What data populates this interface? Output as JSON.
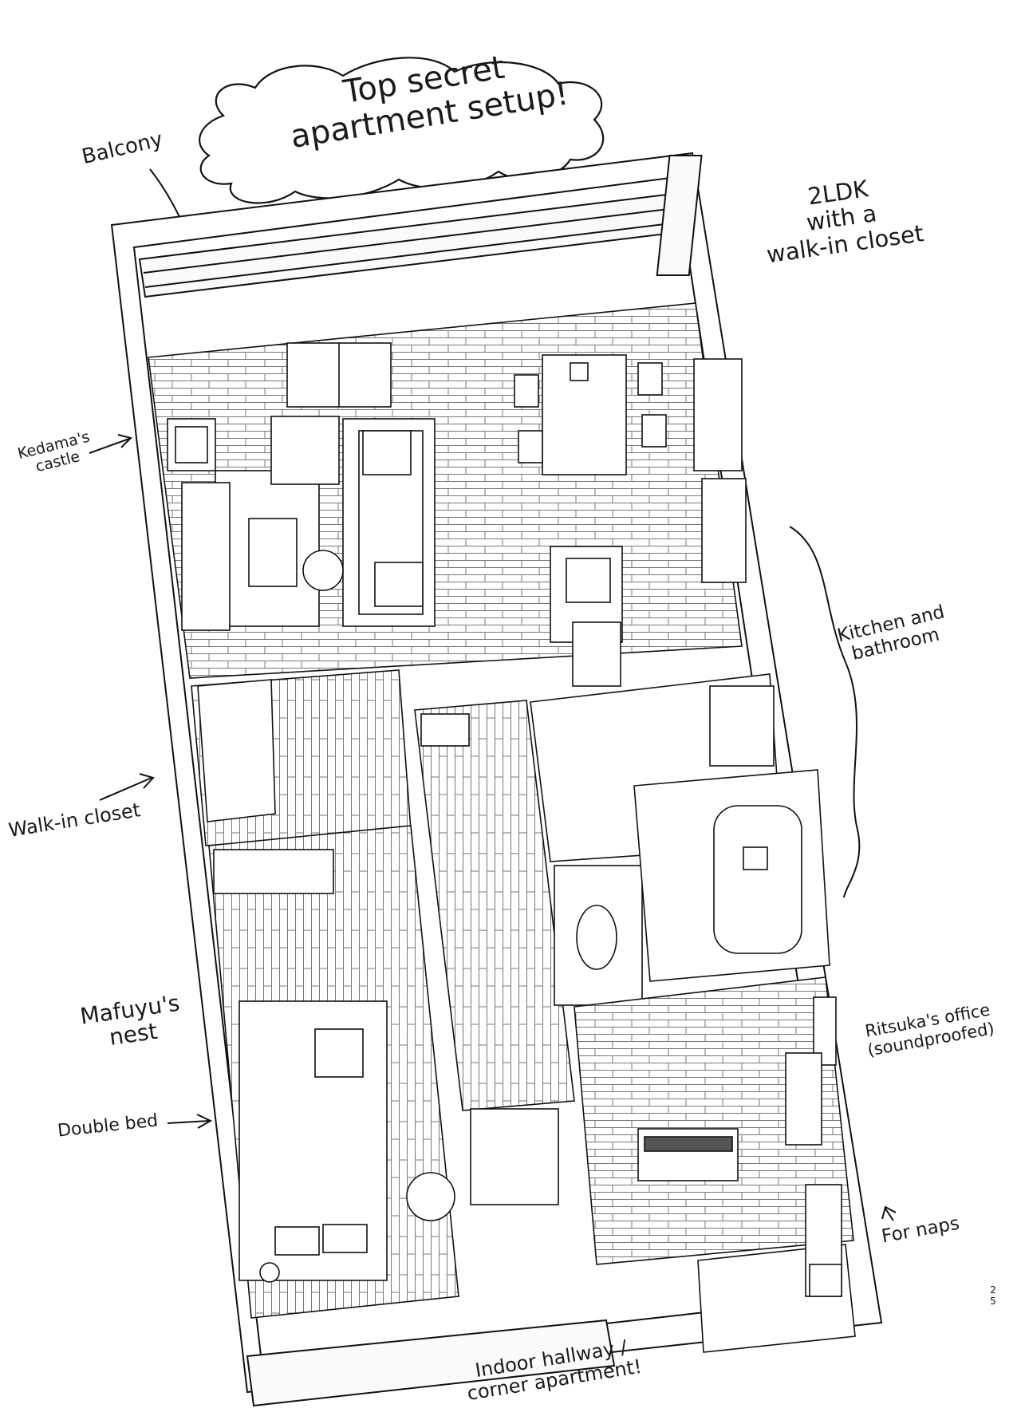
{
  "title": [
    "Top secret",
    "apartment setup!"
  ],
  "labels": {
    "balcony": "Balcony",
    "layout": [
      "2LDK",
      "with a",
      "walk-in closet"
    ],
    "kedama": [
      "Kedama's",
      "castle"
    ],
    "kitchen": [
      "Kitchen and",
      "bathroom"
    ],
    "walkin": "Walk-in closet",
    "nest": [
      "Mafuyu's",
      "nest"
    ],
    "double_bed": "Double bed",
    "office": [
      "Ritsuka's office",
      "(soundproofed)"
    ],
    "naps": "For naps",
    "hallway": [
      "Indoor hallway /",
      "corner apartment!"
    ]
  },
  "page_number": "25",
  "colors": {
    "ink": "#111111",
    "paper": "#ffffff",
    "floor_lines": "#7a7a7a"
  }
}
